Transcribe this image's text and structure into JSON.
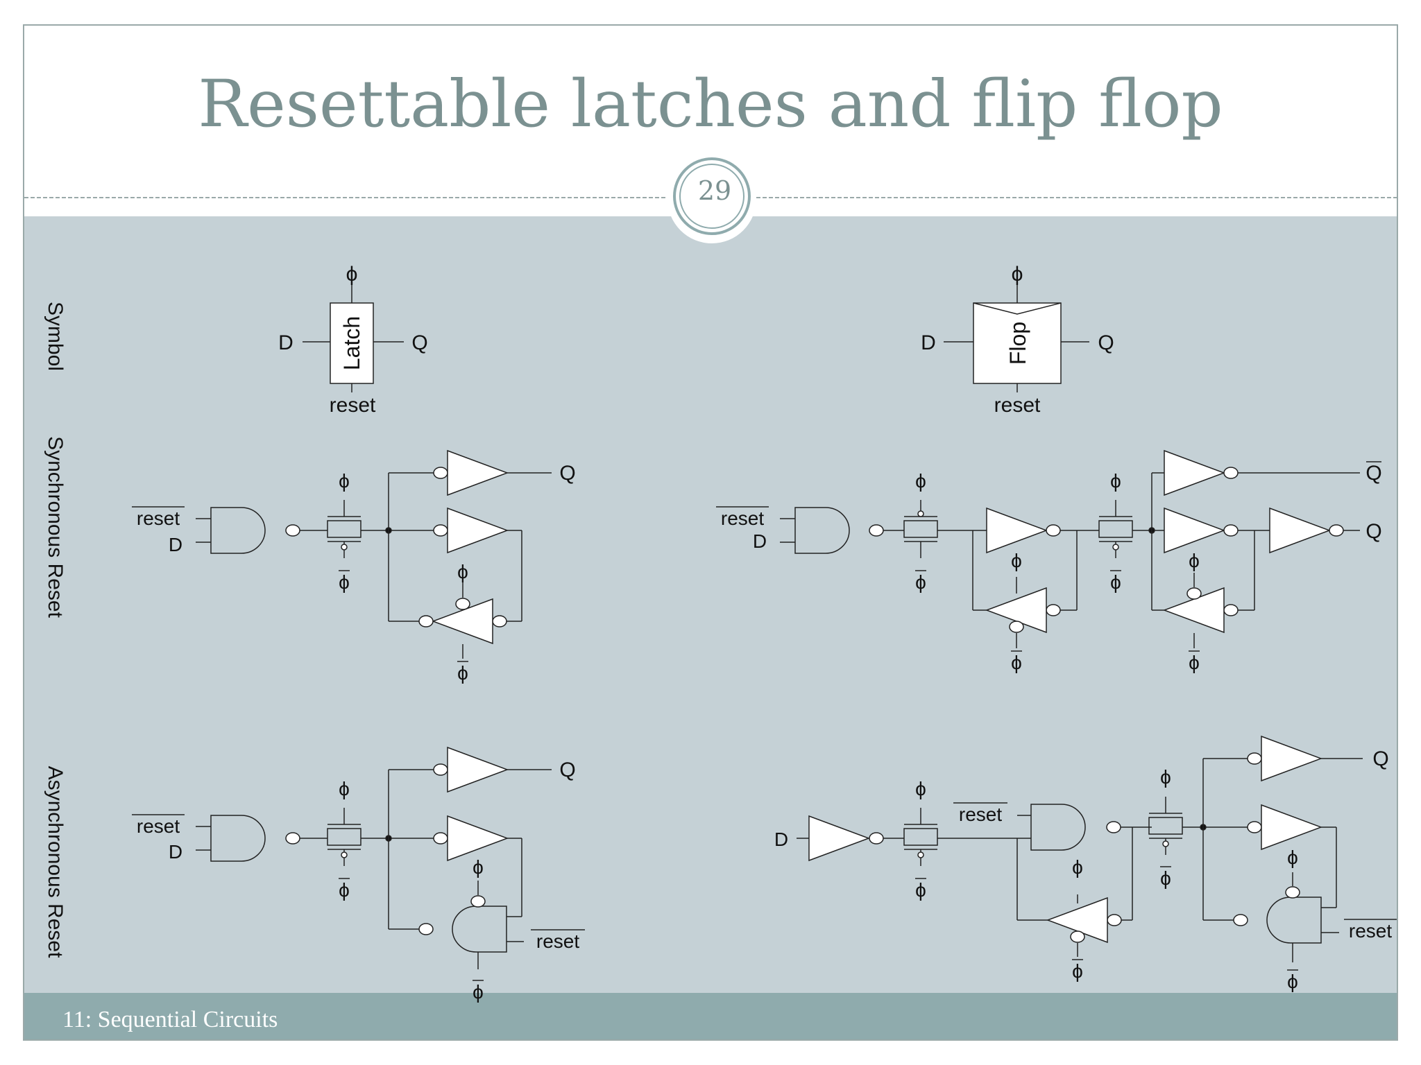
{
  "slide": {
    "title": "Resettable latches and flip flop",
    "page_number": "29",
    "footer": "11: Sequential Circuits"
  },
  "row_labels": [
    "Symbol",
    "Synchronous Reset",
    "Asynchronous Reset"
  ],
  "signals": {
    "clk": "ϕ",
    "d": "D",
    "q": "Q",
    "reset": "reset",
    "latch": "Latch",
    "flop": "Flop"
  },
  "colors": {
    "panel_bg": "#c5d1d6",
    "footer_bg": "#8fabad",
    "title": "#7b9191",
    "wire": "#222222"
  }
}
